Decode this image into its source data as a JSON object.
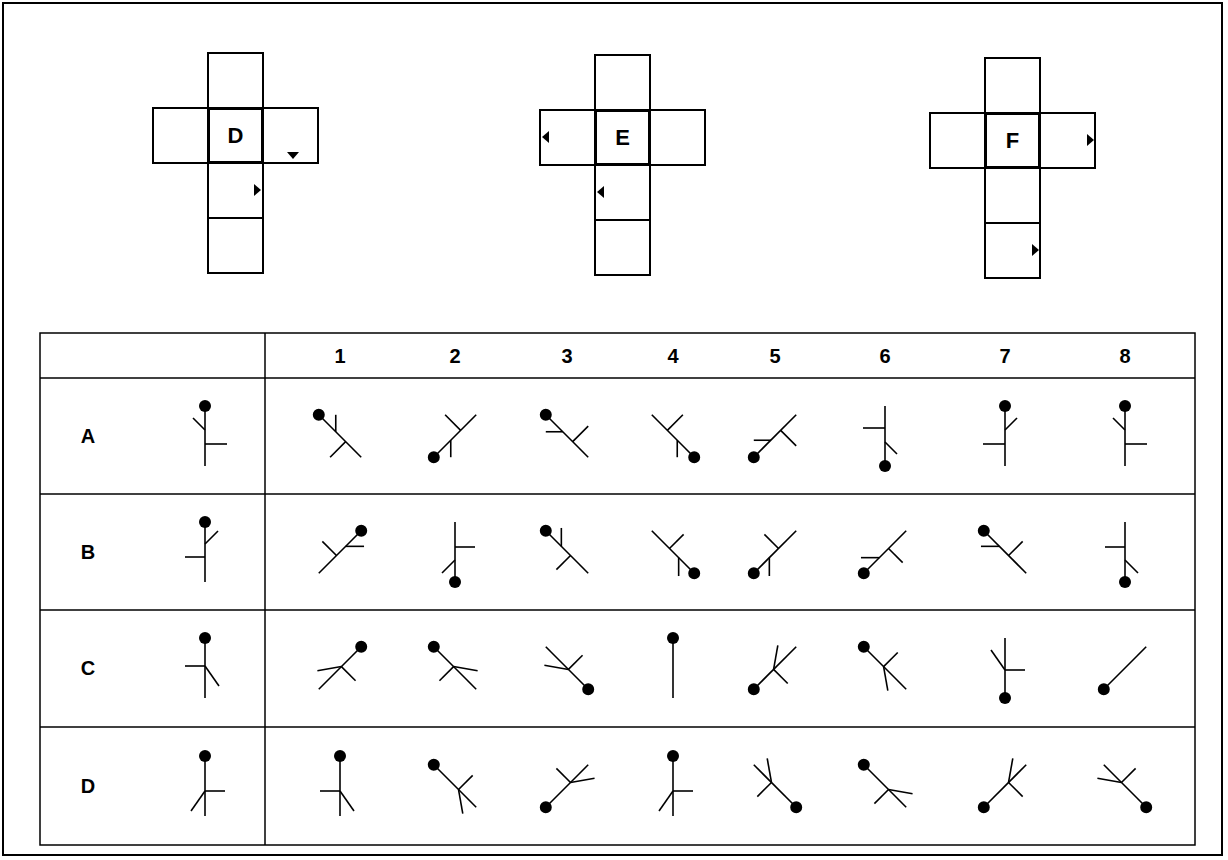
{
  "diagram": {
    "nodes": [
      {
        "text": [
          "D"
        ]
      },
      {
        "text": [
          "E"
        ]
      },
      {
        "text": [
          "F"
        ]
      }
    ],
    "labels": [
      "1",
      "2",
      "3",
      "4",
      "5",
      "6",
      "7",
      "8",
      "A",
      "B",
      "C",
      "D"
    ]
  }
}
